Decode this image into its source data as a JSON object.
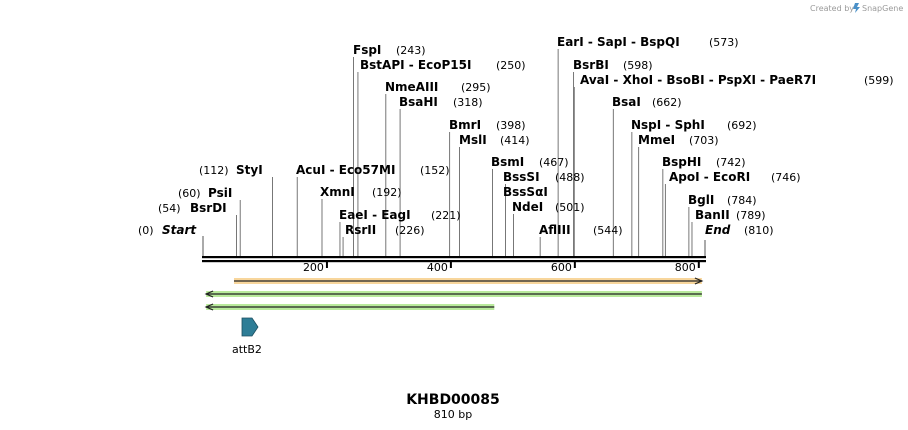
{
  "credit": {
    "prefix": "Created by",
    "brand": "SnapGene"
  },
  "sequence": {
    "name": "KHBD00085",
    "length_label": "810 bp",
    "length": 810
  },
  "ends": {
    "start_label": "Start",
    "start_pos": "(0)",
    "end_label": "End",
    "end_pos": "(810)"
  },
  "ruler": {
    "ticks": [
      "200",
      "400",
      "600",
      "800"
    ],
    "tick_values": [
      200,
      400,
      600,
      800
    ]
  },
  "sites": [
    {
      "label": "BsrDI",
      "pos": 54,
      "pos_label": "(54)"
    },
    {
      "label": "PsiI",
      "pos": 60,
      "pos_label": "(60)"
    },
    {
      "label": "StyI",
      "pos": 112,
      "pos_label": "(112)"
    },
    {
      "label": "AcuI  - Eco57MI",
      "pos": 152,
      "pos_label": "(152)"
    },
    {
      "label": "XmnI",
      "pos": 192,
      "pos_label": "(192)"
    },
    {
      "label": "EaeI  - EagI",
      "pos": 221,
      "pos_label": "(221)"
    },
    {
      "label": "RsrII",
      "pos": 226,
      "pos_label": "(226)"
    },
    {
      "label": "FspI",
      "pos": 243,
      "pos_label": "(243)"
    },
    {
      "label": "BstAPI  - EcoP15I",
      "pos": 250,
      "pos_label": "(250)"
    },
    {
      "label": "NmeAIII",
      "pos": 295,
      "pos_label": "(295)"
    },
    {
      "label": "BsaHI",
      "pos": 318,
      "pos_label": "(318)"
    },
    {
      "label": "BmrI",
      "pos": 398,
      "pos_label": "(398)"
    },
    {
      "label": "MslI",
      "pos": 414,
      "pos_label": "(414)"
    },
    {
      "label": "BsmI",
      "pos": 467,
      "pos_label": "(467)"
    },
    {
      "label": "BssSI",
      "pos": 488,
      "pos_label": "(488)"
    },
    {
      "label": "BssSαI",
      "pos": 488,
      "pos_label": ""
    },
    {
      "label": "NdeI",
      "pos": 501,
      "pos_label": "(501)"
    },
    {
      "label": "AflIII",
      "pos": 544,
      "pos_label": "(544)"
    },
    {
      "label": "EarI  - SapI  - BspQI",
      "pos": 573,
      "pos_label": "(573)"
    },
    {
      "label": "BsrBI",
      "pos": 598,
      "pos_label": "(598)"
    },
    {
      "label": "AvaI  - XhoI  - BsoBI  - PspXI  - PaeR7I",
      "pos": 599,
      "pos_label": "(599)"
    },
    {
      "label": "BsaI",
      "pos": 662,
      "pos_label": "(662)"
    },
    {
      "label": "NspI  - SphI",
      "pos": 692,
      "pos_label": "(692)"
    },
    {
      "label": "MmeI",
      "pos": 703,
      "pos_label": "(703)"
    },
    {
      "label": "BspHI",
      "pos": 742,
      "pos_label": "(742)"
    },
    {
      "label": "ApoI  - EcoRI",
      "pos": 746,
      "pos_label": "(746)"
    },
    {
      "label": "BglI",
      "pos": 784,
      "pos_label": "(784)"
    },
    {
      "label": "BanII",
      "pos": 789,
      "pos_label": "(789)"
    }
  ],
  "features": [
    {
      "name": "attB2",
      "start": 65,
      "end": 90,
      "direction": "forward",
      "color": "#2e7d96"
    }
  ],
  "orfs": [
    {
      "start": 50,
      "end": 805,
      "direction": "forward",
      "color": "#f2b54a"
    },
    {
      "start": 5,
      "end": 805,
      "direction": "reverse",
      "color": "#7fd84a"
    },
    {
      "start": 5,
      "end": 470,
      "direction": "reverse",
      "color": "#7fd84a"
    }
  ],
  "colors": {
    "backbone": "#000000",
    "leader": "#555555"
  }
}
